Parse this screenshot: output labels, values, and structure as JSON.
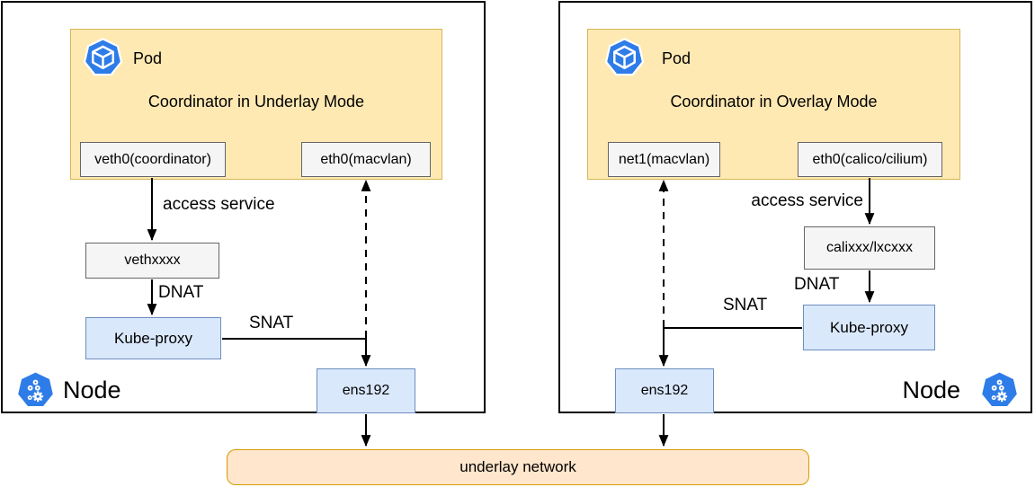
{
  "diagram": {
    "left_node": {
      "node_label": "Node",
      "pod": {
        "pod_label": "Pod",
        "title": "Coordinator in Underlay Mode",
        "interfaces": [
          "veth0(coordinator)",
          "eth0(macvlan)"
        ]
      },
      "host_veth": "vethxxxx",
      "kube_proxy": "Kube-proxy",
      "nic": "ens192",
      "edge_labels": {
        "access_service": "access service",
        "dnat": "DNAT",
        "snat": "SNAT"
      }
    },
    "right_node": {
      "node_label": "Node",
      "pod": {
        "pod_label": "Pod",
        "title": "Coordinator in Overlay Mode",
        "interfaces": [
          "net1(macvlan)",
          "eth0(calico/cilium)"
        ]
      },
      "host_veth": "calixxx/lxcxxx",
      "kube_proxy": "Kube-proxy",
      "nic": "ens192",
      "edge_labels": {
        "access_service": "access service",
        "dnat": "DNAT",
        "snat": "SNAT"
      }
    },
    "underlay": {
      "label": "underlay network"
    },
    "icons": {
      "pod_icon": "kubernetes-pod-icon",
      "node_icon": "kubernetes-node-icon"
    },
    "colors": {
      "pod_fill": "#FFE9B3",
      "pod_border": "#D6B656",
      "blue_fill": "#DAE8FC",
      "blue_border": "#6C8EBF",
      "gray_fill": "#F5F5F5",
      "gray_border": "#666666",
      "underlay_fill": "#FFE6CC",
      "underlay_border": "#D79B00",
      "kubernetes_blue": "#2E7CE8",
      "line": "#000000"
    }
  }
}
